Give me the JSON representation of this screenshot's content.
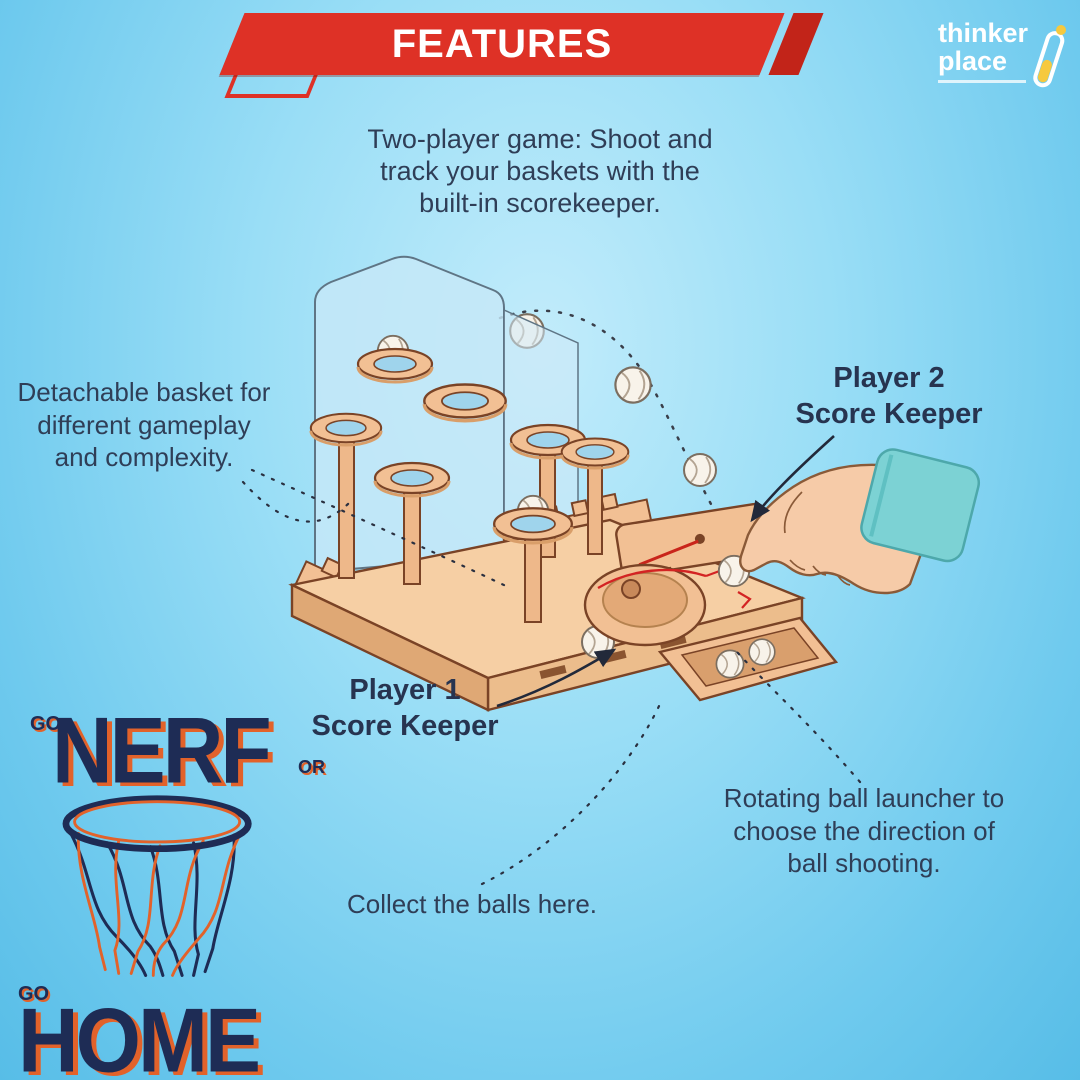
{
  "banner": {
    "title": "FEATURES"
  },
  "brand": {
    "line1": "thinker",
    "line2": "place"
  },
  "intro": {
    "text": "Two-player game: Shoot and\ntrack your baskets with the\nbuilt-in scorekeeper."
  },
  "callouts": {
    "detachable": {
      "text": "Detachable basket for\ndifferent gameplay\nand complexity."
    },
    "player2": {
      "text": "Player 2\nScore Keeper"
    },
    "player1": {
      "text": "Player 1\nScore Keeper"
    },
    "rotating": {
      "text": "Rotating ball launcher to\nchoose the direction of\nball shooting."
    },
    "collect": {
      "text": "Collect the balls here."
    }
  },
  "slogan": {
    "go_top": "GO",
    "word_top": "NERF",
    "or_word": "OR",
    "go_bottom": "GO",
    "word_bottom": "HOME"
  },
  "icons": {
    "test_tube": "test-tube-icon",
    "basketball_net": "basketball-net-icon"
  },
  "colors": {
    "background_blue": "#8fd9f4",
    "banner_red": "#de3126",
    "text_navy": "#2f3e57",
    "slogan_navy": "#1e2c55",
    "slogan_orange": "#e2622a",
    "wood": "#f2c094",
    "backboard_blue": "#c6e8f8",
    "sleeve_teal": "#7cd2d4"
  }
}
